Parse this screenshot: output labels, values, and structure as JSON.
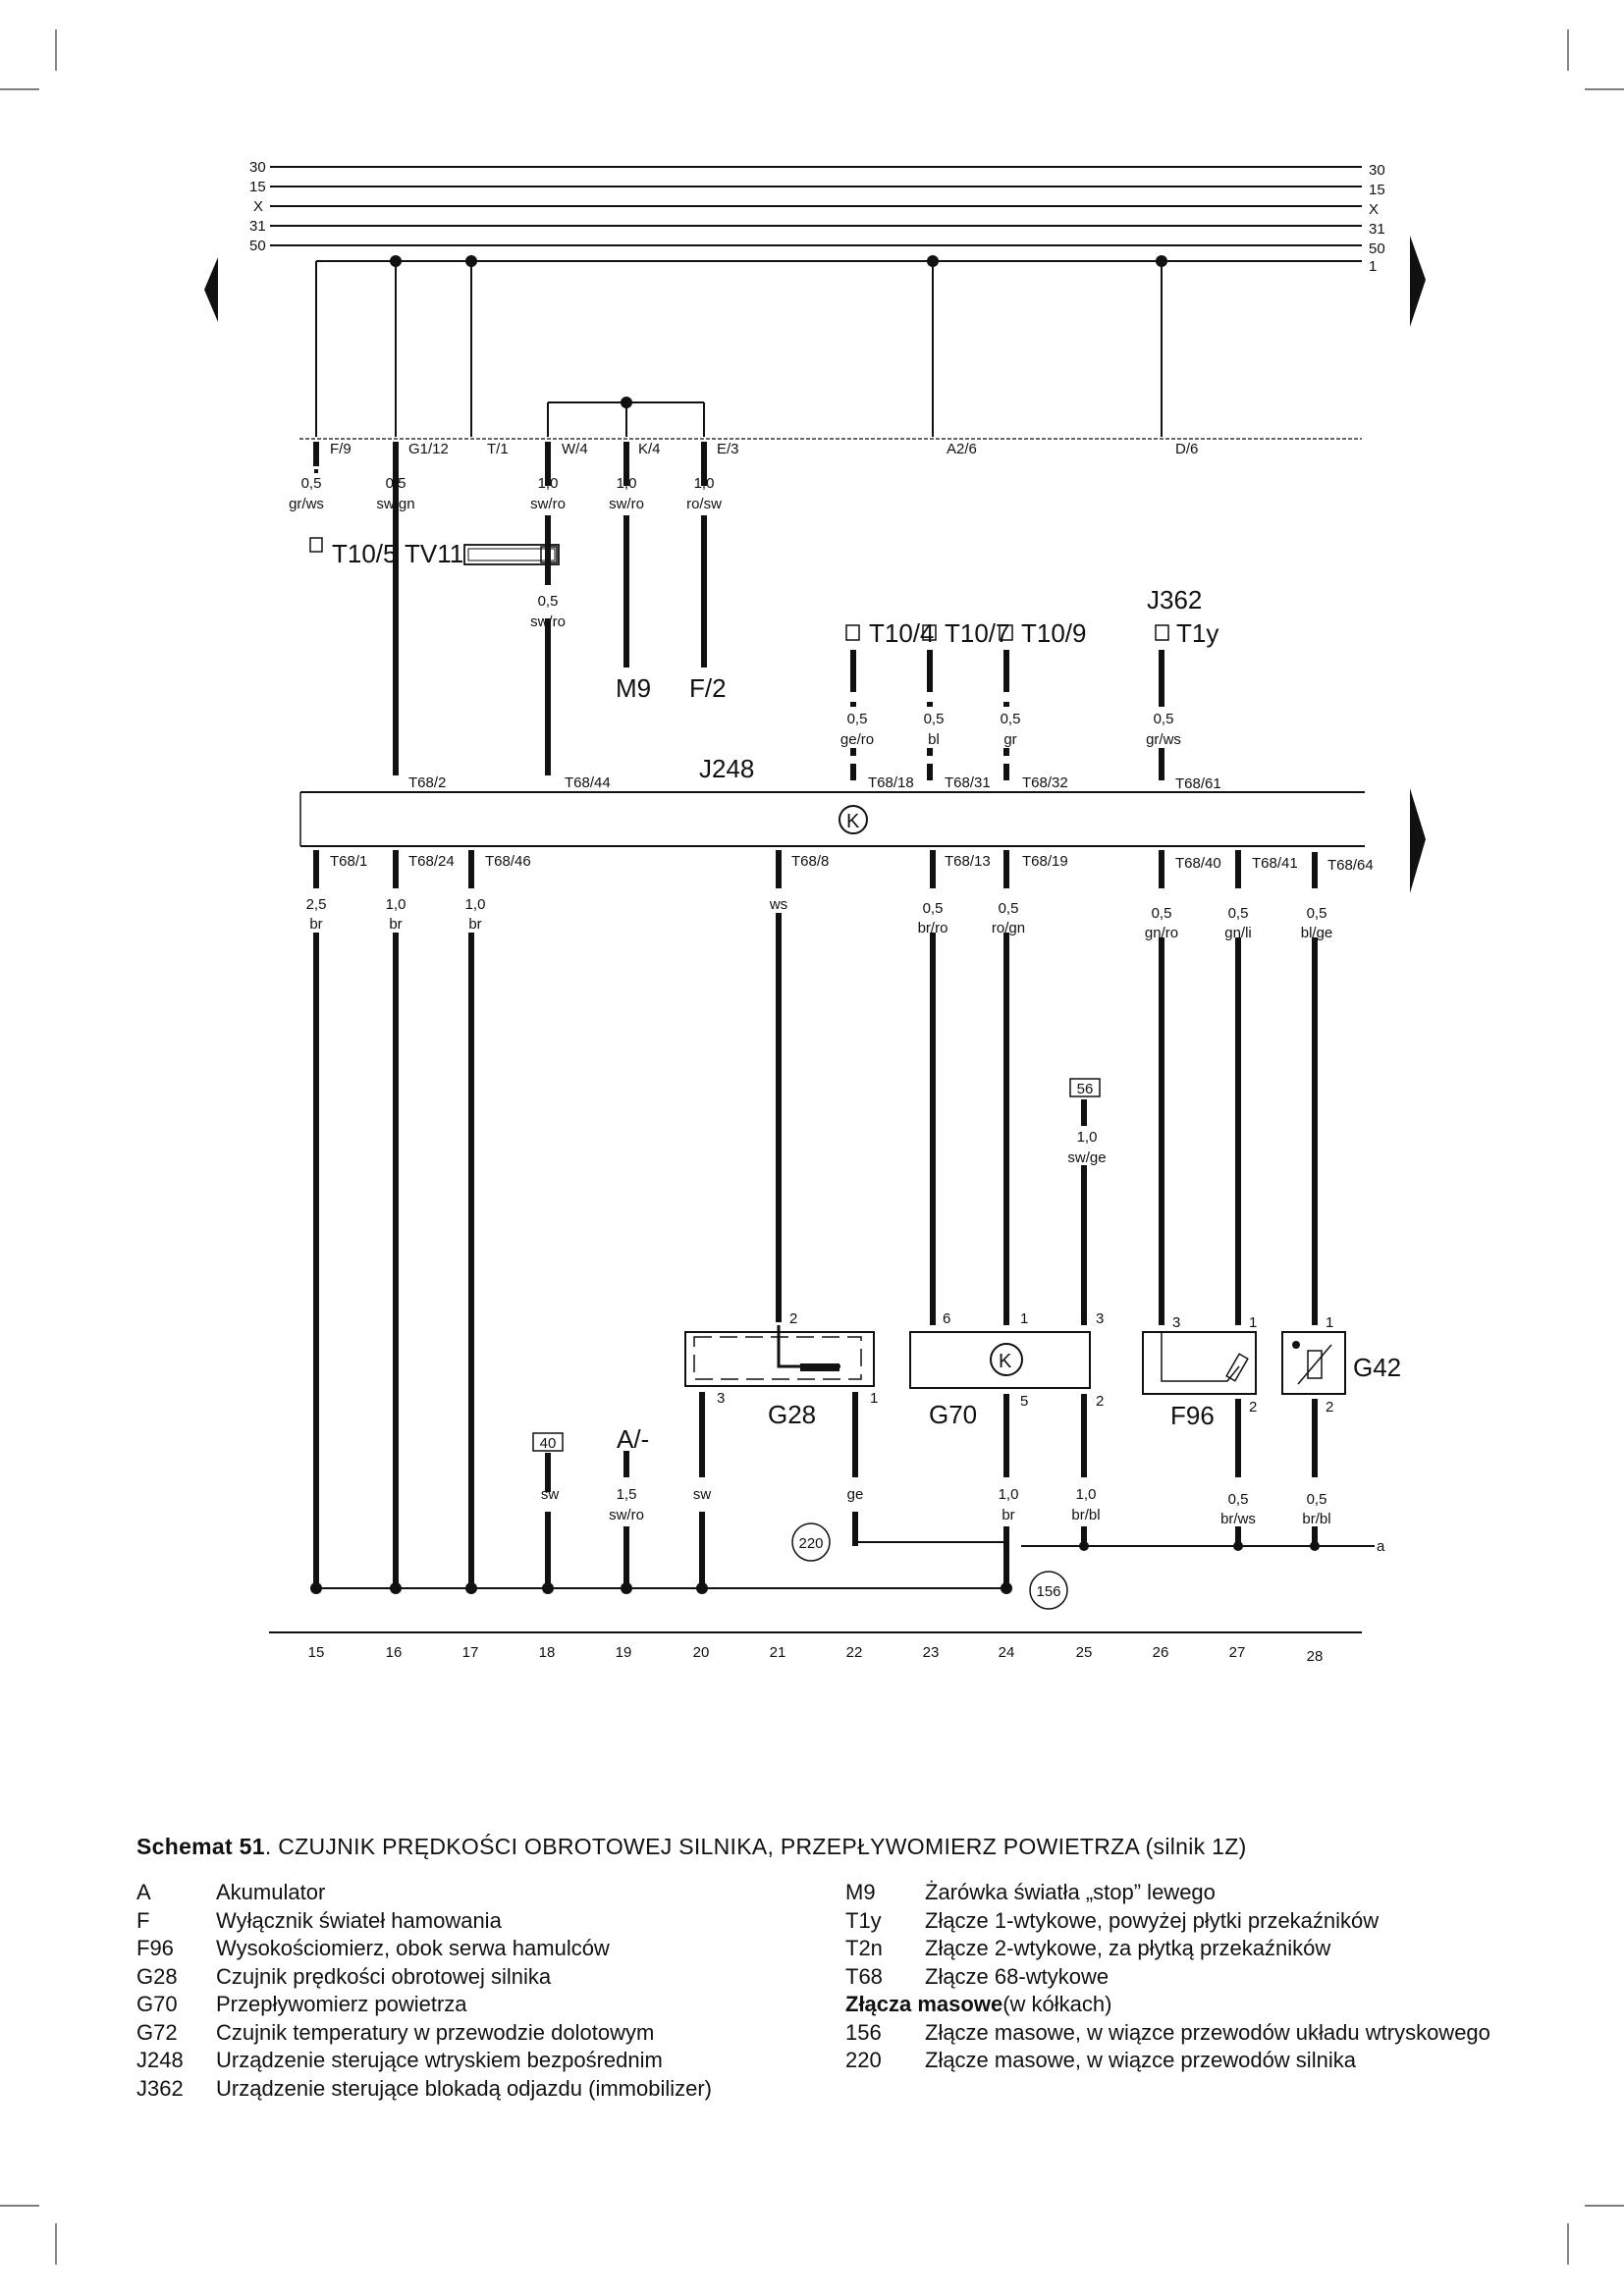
{
  "rails_left": [
    "30",
    "15",
    "X",
    "31",
    "50"
  ],
  "rails_right": [
    "30",
    "15",
    "X",
    "31",
    "50",
    "1"
  ],
  "top_terminals": [
    "F/9",
    "G1/12",
    "T/1",
    "W/4",
    "K/4",
    "E/3",
    "A2/6",
    "D/6"
  ],
  "top_wires": [
    {
      "id": "w1",
      "size": "0,5",
      "color": "gr/ws"
    },
    {
      "id": "w2",
      "size": "0,5",
      "color": "sw/gn"
    },
    {
      "id": "w3",
      "size": "1,0",
      "color": "sw/ro"
    },
    {
      "id": "w4",
      "size": "1,0",
      "color": "sw/ro"
    },
    {
      "id": "w5",
      "size": "1,0",
      "color": "ro/sw"
    },
    {
      "id": "w6",
      "size": "0,5",
      "color": "sw/ro"
    }
  ],
  "connectors": {
    "t10_5": "T10/5",
    "tv11": "TV11",
    "t10_4": "T10/4",
    "t10_7": "T10/7",
    "t10_9": "T10/9",
    "j362": "J362",
    "t1y": "T1y"
  },
  "components": {
    "m9": "M9",
    "f2": "F/2",
    "j248": "J248",
    "g28": "G28",
    "g70": "G70",
    "f96": "F96",
    "g42": "G42",
    "a_minus": "A/-"
  },
  "mid_wires": [
    {
      "size": "0,5",
      "color": "ge/ro"
    },
    {
      "size": "0,5",
      "color": "bl"
    },
    {
      "size": "0,5",
      "color": "gr"
    },
    {
      "size": "0,5",
      "color": "gr/ws"
    }
  ],
  "j248_pins_top": [
    "T68/2",
    "T68/44",
    "T68/18",
    "T68/31",
    "T68/32",
    "T68/61"
  ],
  "j248_pins_bottom": [
    "T68/1",
    "T68/24",
    "T68/46",
    "T68/8",
    "T68/13",
    "T68/19",
    "T68/40",
    "T68/41",
    "T68/64"
  ],
  "lower_wires": [
    {
      "size": "2,5",
      "color": "br"
    },
    {
      "size": "1,0",
      "color": "br"
    },
    {
      "size": "1,0",
      "color": "br"
    },
    {
      "size": "",
      "color": "ws"
    },
    {
      "size": "0,5",
      "color": "br/ro"
    },
    {
      "size": "0,5",
      "color": "ro/gn"
    },
    {
      "size": "0,5",
      "color": "gn/ro"
    },
    {
      "size": "0,5",
      "color": "gn/li"
    },
    {
      "size": "0,5",
      "color": "bl/ge"
    }
  ],
  "wire_56": {
    "box": "56",
    "size": "1,0",
    "color": "sw/ge"
  },
  "bottom_wires": [
    {
      "label": "40",
      "size": "",
      "color": "sw"
    },
    {
      "label": "",
      "size": "1,5",
      "color": "sw/ro"
    },
    {
      "label": "",
      "size": "",
      "color": "sw"
    },
    {
      "label": "",
      "size": "",
      "color": "ge"
    },
    {
      "label": "",
      "size": "1,0",
      "color": "br"
    },
    {
      "label": "",
      "size": "1,0",
      "color": "br/bl"
    },
    {
      "label": "",
      "size": "0,5",
      "color": "br/ws"
    },
    {
      "label": "",
      "size": "0,5",
      "color": "br/bl"
    }
  ],
  "pins": {
    "g28": [
      "2",
      "3",
      "1"
    ],
    "g70": [
      "6",
      "1",
      "3",
      "5",
      "2"
    ],
    "f96": [
      "3",
      "1",
      "2"
    ],
    "g42": [
      "1",
      "2"
    ]
  },
  "grounds": [
    "220",
    "156"
  ],
  "ground_label_a": "a",
  "columns": [
    "15",
    "16",
    "17",
    "18",
    "19",
    "20",
    "21",
    "22",
    "23",
    "24",
    "25",
    "26",
    "27",
    "28"
  ],
  "caption": {
    "bold": "Schemat 51",
    "text": ". CZUJNIK PRĘDKOŚCI OBROTOWEJ SILNIKA, PRZEPŁYWOMIERZ POWIETRZA (silnik 1Z)"
  },
  "legend_left": [
    {
      "code": "A",
      "desc": "Akumulator"
    },
    {
      "code": "F",
      "desc": "Wyłącznik świateł hamowania"
    },
    {
      "code": "F96",
      "desc": "Wysokościomierz, obok serwa hamulców"
    },
    {
      "code": "G28",
      "desc": "Czujnik prędkości obrotowej silnika"
    },
    {
      "code": "G70",
      "desc": "Przepływomierz powietrza"
    },
    {
      "code": "G72",
      "desc": "Czujnik temperatury w przewodzie dolotowym"
    },
    {
      "code": "J248",
      "desc": "Urządzenie sterujące wtryskiem bezpośrednim"
    },
    {
      "code": "J362",
      "desc": "Urządzenie sterujące blokadą odjazdu (immobilizer)"
    }
  ],
  "legend_right": [
    {
      "code": "M9",
      "desc": "Żarówka światła „stop” lewego"
    },
    {
      "code": "T1y",
      "desc": "Złącze 1-wtykowe, powyżej płytki przekaźników"
    },
    {
      "code": "T2n",
      "desc": "Złącze 2-wtykowe, za płytką przekaźników"
    },
    {
      "code": "T68",
      "desc": "Złącze 68-wtykowe"
    }
  ],
  "ground_header": {
    "bold": "Złącza masowe",
    "text": " (w kółkach)"
  },
  "ground_legend": [
    {
      "code": "156",
      "desc": "Złącze masowe, w wiązce przewodów układu wtryskowego"
    },
    {
      "code": "220",
      "desc": "Złącze masowe, w wiązce przewodów silnika"
    }
  ]
}
